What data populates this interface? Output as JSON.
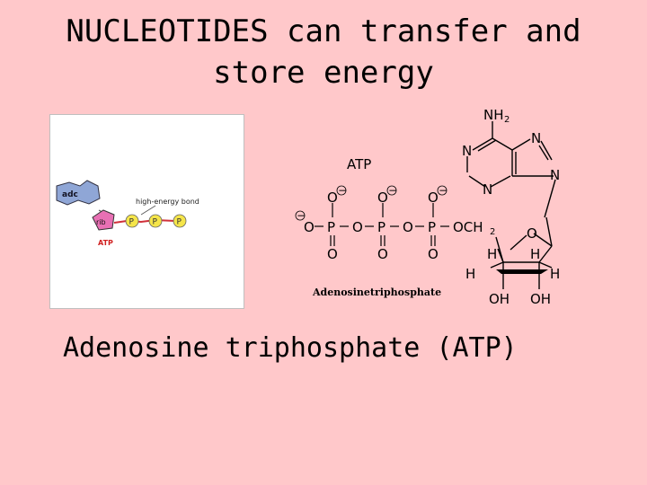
{
  "title": {
    "line1": "NUCLEOTIDES can transfer and",
    "line2": "store energy"
  },
  "simple_diagram": {
    "base_label": "adc",
    "sugar_label": "rib",
    "phosphate_label": "P",
    "bond_label": "high-energy bond",
    "atp_label": "ATP",
    "colors": {
      "base": "#8fa6d6",
      "sugar": "#e870b4",
      "phosphate": "#f5e54a",
      "bond_line": "#d0303a",
      "atp_text": "#d02020"
    }
  },
  "structure": {
    "atp_label": "ATP",
    "nh2": "NH",
    "nh2_sub": "2",
    "nitrogen": "N",
    "oxygen": "O",
    "phosphorus": "P",
    "hydrogen": "H",
    "och2": "OCH",
    "och2_sub": "2",
    "oh": "OH",
    "charge": "−",
    "name": "Adenosinetriphosphate"
  },
  "caption": "Adenosine triphosphate (ATP)"
}
